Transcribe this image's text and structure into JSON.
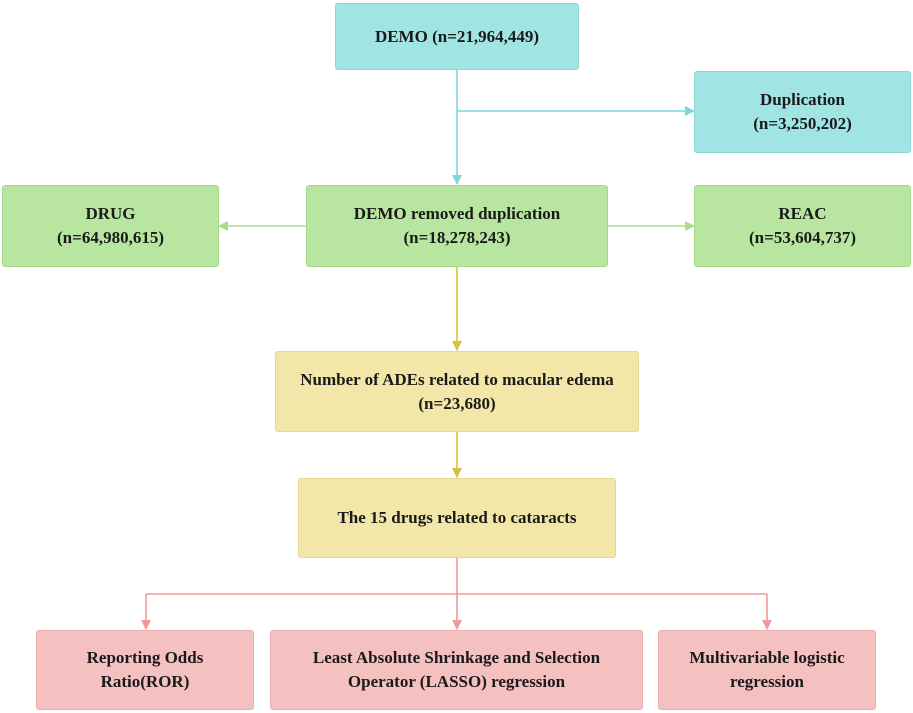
{
  "boxes": {
    "demo": {
      "line1": "DEMO (n=21,964,449)"
    },
    "duplication": {
      "line1": "Duplication",
      "line2": "(n=3,250,202)"
    },
    "drug": {
      "line1": "DRUG",
      "line2": "(n=64,980,615)"
    },
    "demo_removed": {
      "line1": "DEMO removed duplication",
      "line2": "(n=18,278,243)"
    },
    "reac": {
      "line1": "REAC",
      "line2": "(n=53,604,737)"
    },
    "ades": {
      "line1": "Number of ADEs related to macular edema",
      "line2": "(n=23,680)"
    },
    "drugs15": {
      "line1": "The 15 drugs related to cataracts"
    },
    "ror": {
      "line1": "Reporting Odds",
      "line2": "Ratio(ROR)"
    },
    "lasso": {
      "line1": "Least Absolute Shrinkage and Selection",
      "line2": "Operator (LASSO) regression"
    },
    "mlr": {
      "line1": "Multivariable logistic",
      "line2": "regression"
    }
  },
  "colors": {
    "cyan_fill": "#a0e5e4",
    "cyan_line": "#7fd6de",
    "green_fill": "#b8e6a0",
    "green_line": "#a8df8e",
    "yellow_fill": "#f3e6a9",
    "yellow_line": "#d9c23a",
    "pink_fill": "#f4c0c0",
    "pink_line": "#ef9a9a"
  }
}
